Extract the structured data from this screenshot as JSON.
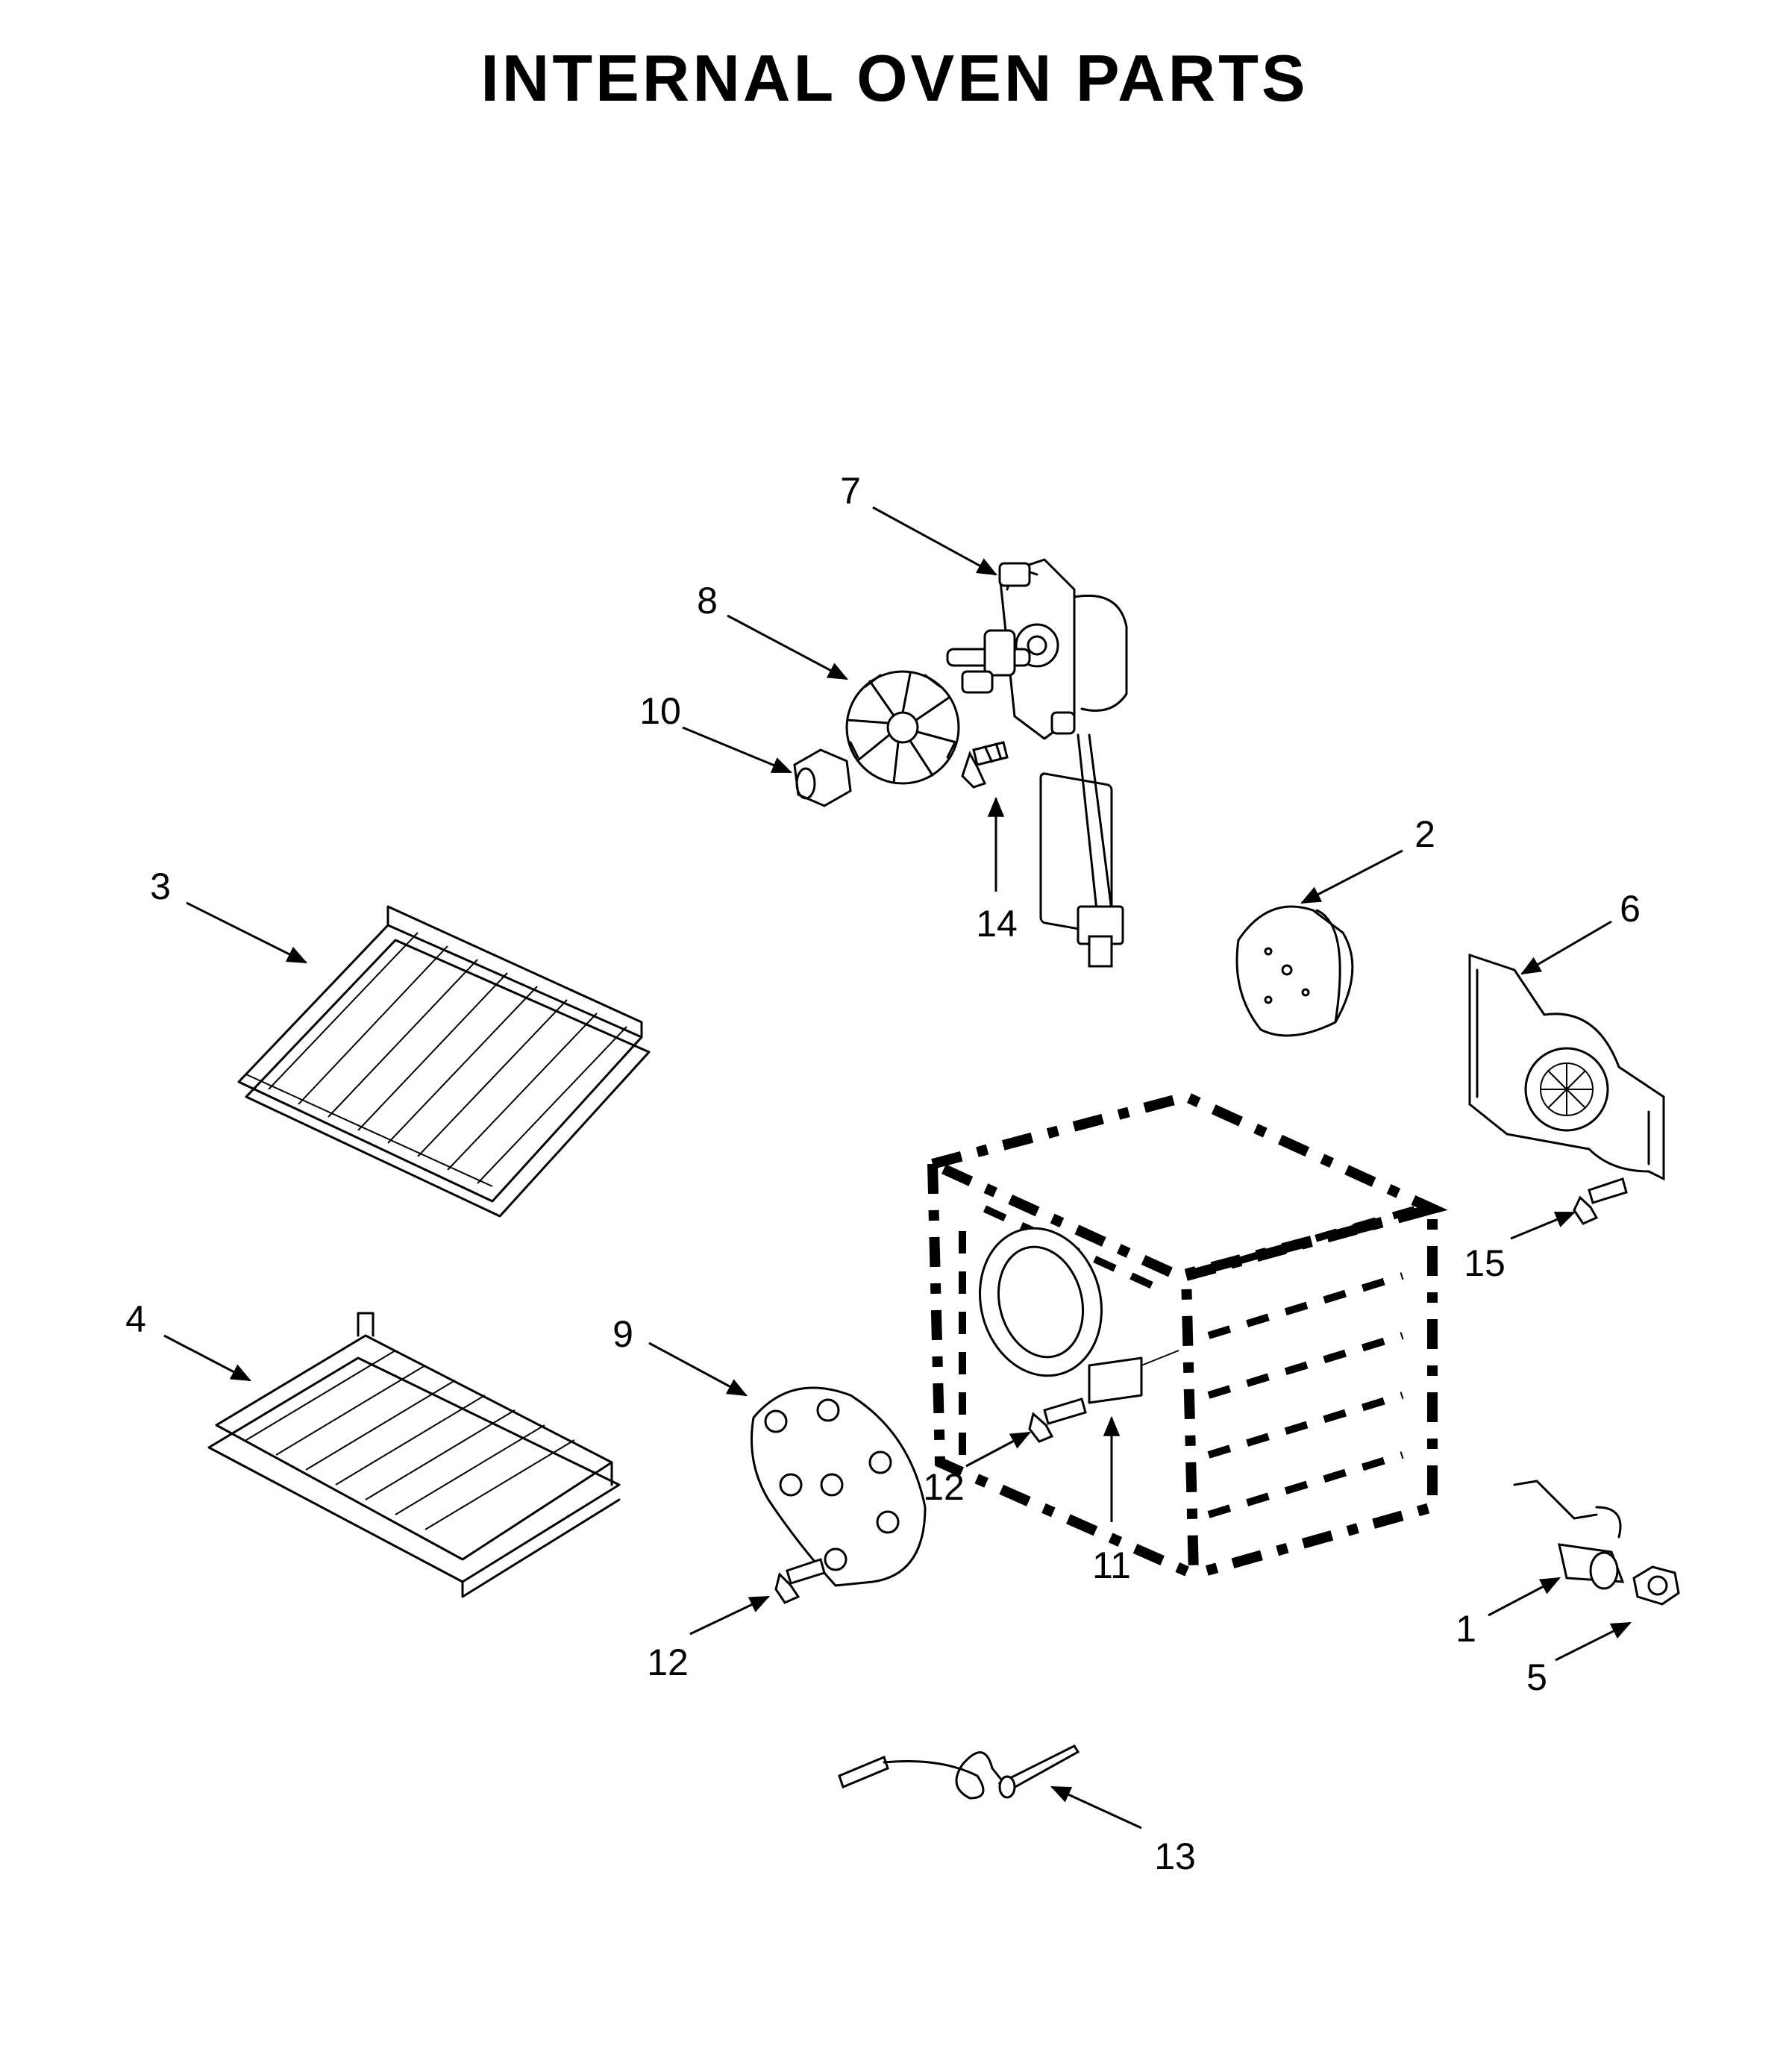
{
  "title": "INTERNAL OVEN PARTS",
  "callouts": {
    "p1": "1",
    "p2": "2",
    "p3": "3",
    "p4": "4",
    "p5": "5",
    "p6": "6",
    "p7": "7",
    "p8": "8",
    "p9": "9",
    "p10": "10",
    "p11": "11",
    "p12a": "12",
    "p12b": "12",
    "p13": "13",
    "p14": "14",
    "p15": "15"
  }
}
